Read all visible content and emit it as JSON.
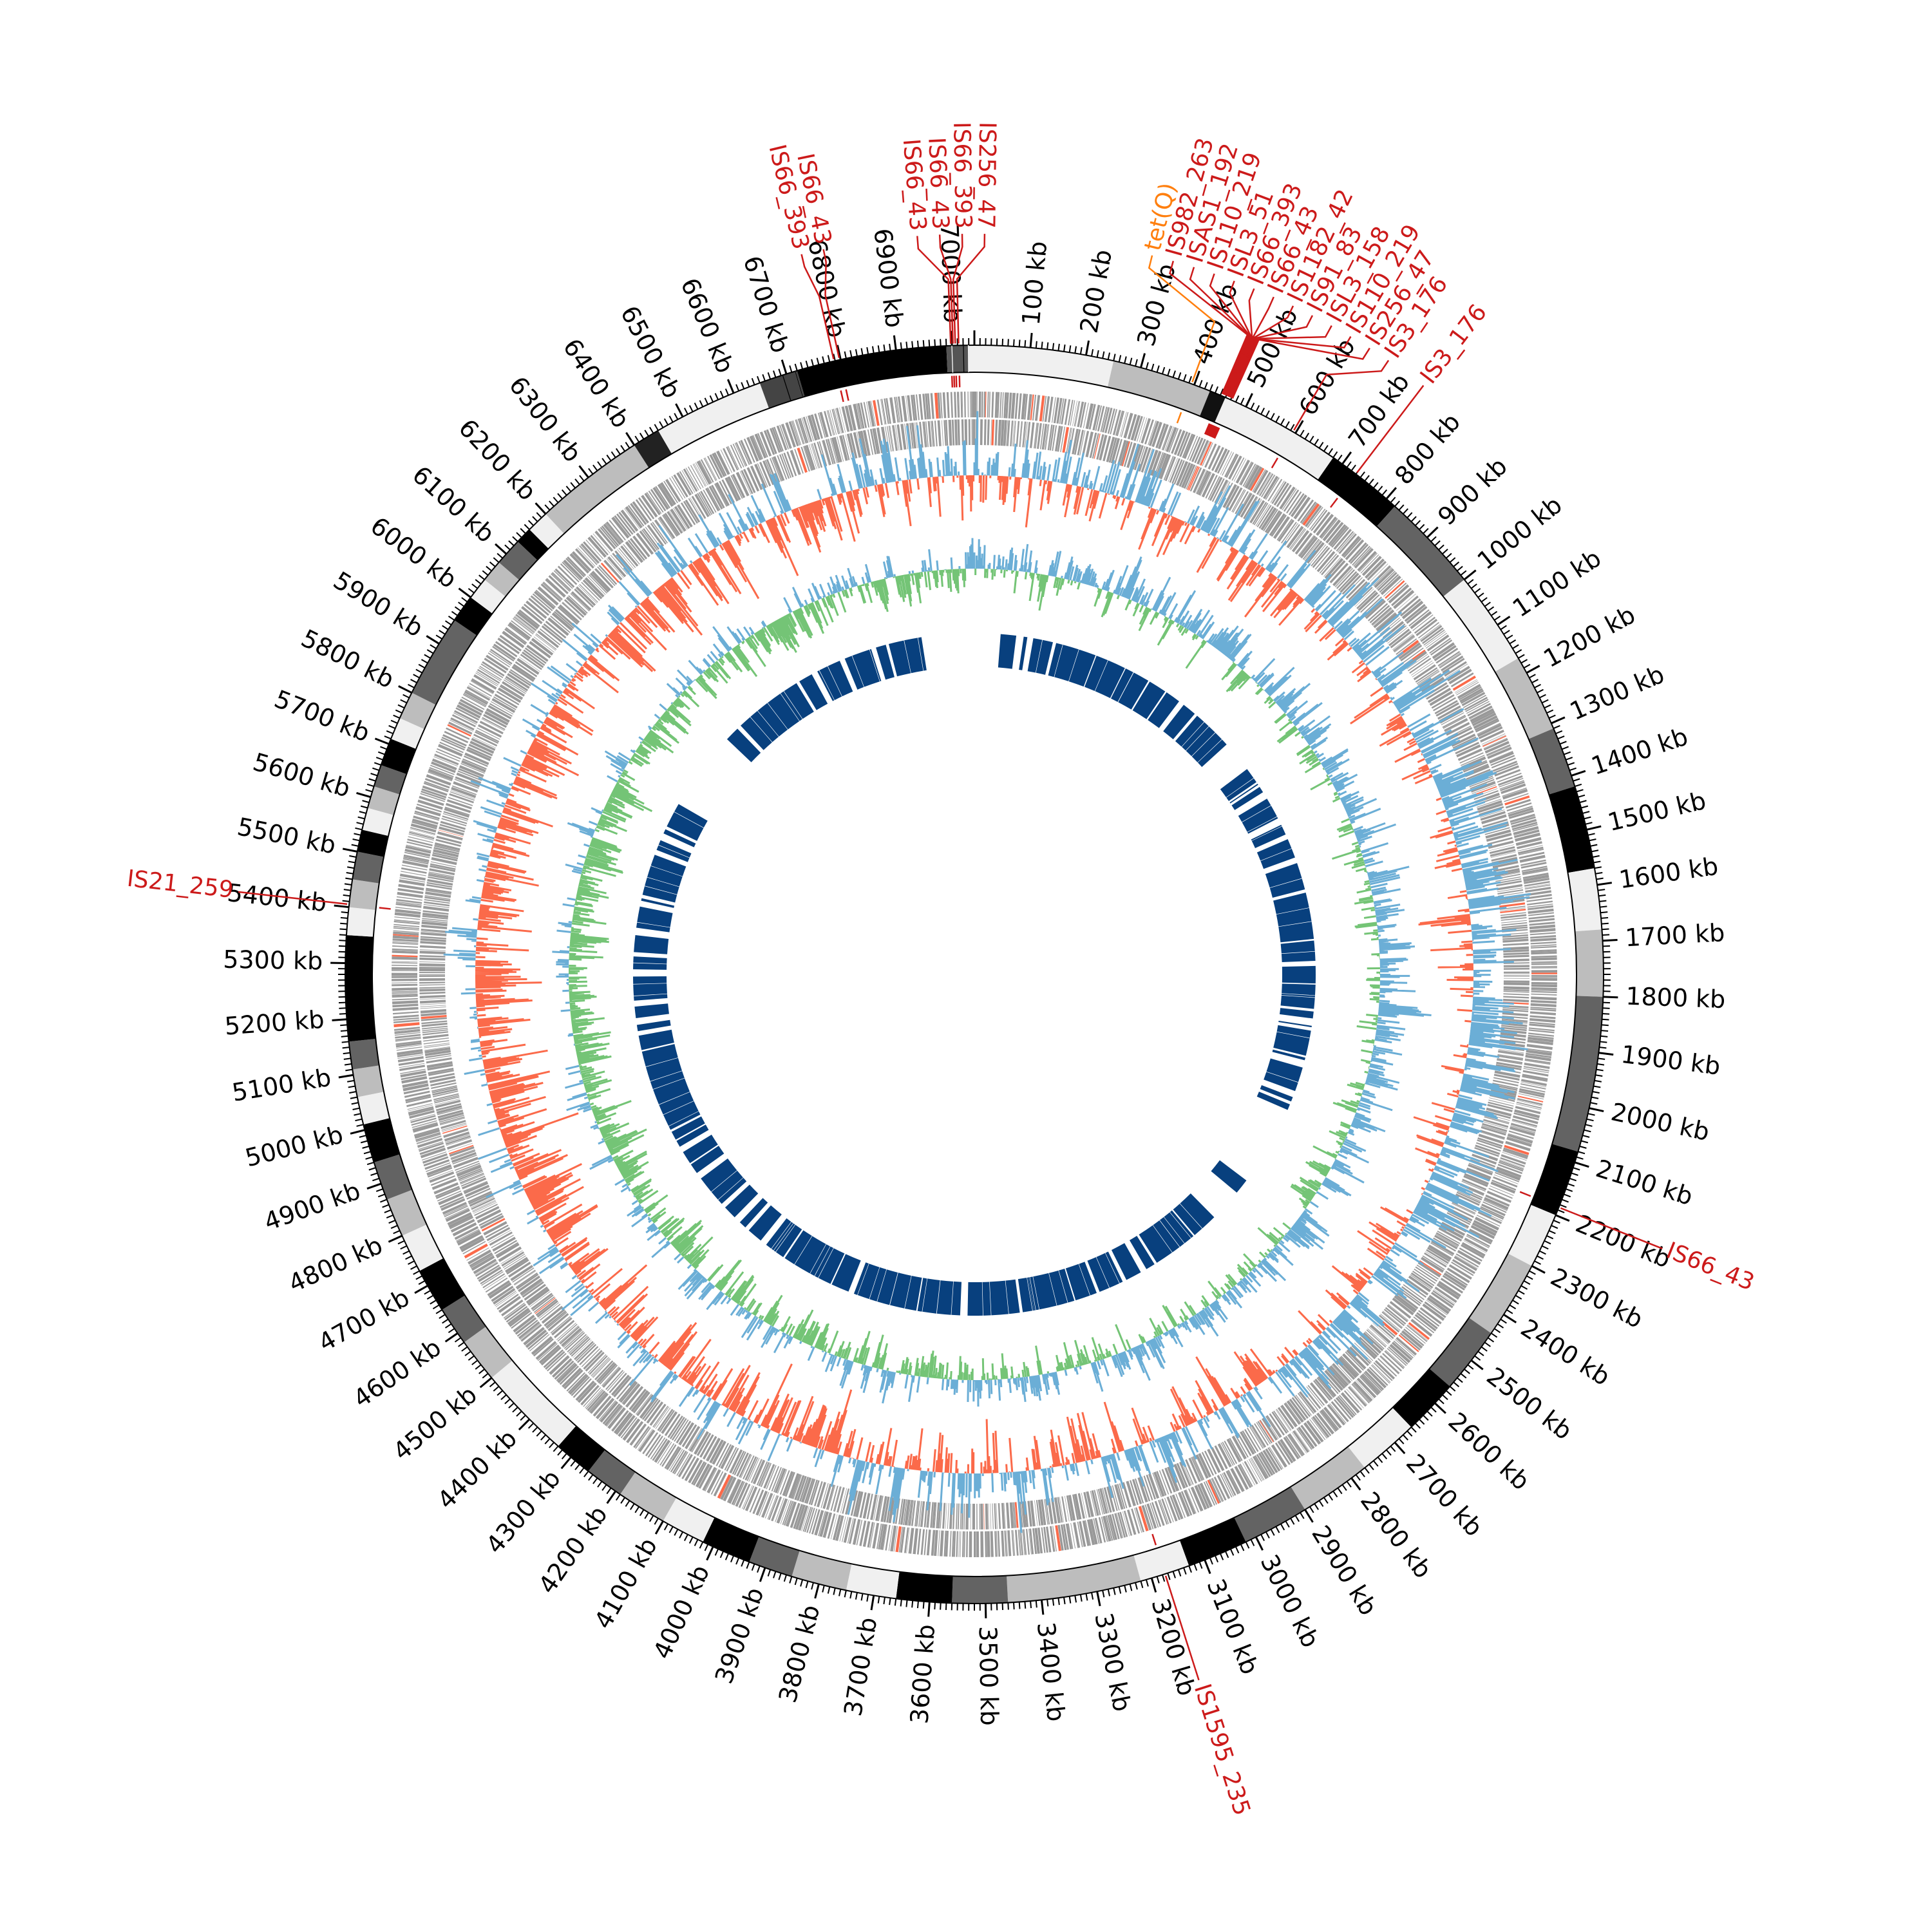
{
  "chart_data": {
    "type": "circular-genome",
    "genome_length_kb": 7040,
    "tick_unit": "kb",
    "major_tick_step_kb": 100,
    "minor_tick_step_kb": 10,
    "tick_labels_kb": [
      100,
      200,
      300,
      400,
      500,
      600,
      700,
      800,
      900,
      1000,
      1100,
      1200,
      1300,
      1400,
      1500,
      1600,
      1700,
      1800,
      1900,
      2000,
      2100,
      2200,
      2300,
      2400,
      2500,
      2600,
      2700,
      2800,
      2900,
      3000,
      3100,
      3200,
      3300,
      3400,
      3500,
      3600,
      3700,
      3800,
      3900,
      4000,
      4100,
      4200,
      4300,
      4400,
      4500,
      4600,
      4700,
      4800,
      4900,
      5000,
      5100,
      5200,
      5300,
      5400,
      5500,
      5600,
      5700,
      5800,
      5900,
      6000,
      6100,
      6200,
      6300,
      6400,
      6500,
      6600,
      6700,
      6800,
      6900,
      7000
    ],
    "ideogram_bands": [
      [
        0,
        250,
        "#f0f0f0"
      ],
      [
        250,
        430,
        "#bdbdbd"
      ],
      [
        430,
        460,
        "#111111"
      ],
      [
        460,
        680,
        "#f0f0f0"
      ],
      [
        680,
        820,
        "#000000"
      ],
      [
        820,
        1000,
        "#636363"
      ],
      [
        1000,
        1170,
        "#f0f0f0"
      ],
      [
        1170,
        1310,
        "#bdbdbd"
      ],
      [
        1310,
        1420,
        "#636363"
      ],
      [
        1420,
        1570,
        "#000000"
      ],
      [
        1570,
        1680,
        "#f0f0f0"
      ],
      [
        1680,
        1800,
        "#bdbdbd"
      ],
      [
        1800,
        2080,
        "#636363"
      ],
      [
        2080,
        2200,
        "#000000"
      ],
      [
        2200,
        2300,
        "#f0f0f0"
      ],
      [
        2300,
        2440,
        "#bdbdbd"
      ],
      [
        2440,
        2560,
        "#636363"
      ],
      [
        2560,
        2660,
        "#000000"
      ],
      [
        2660,
        2770,
        "#f0f0f0"
      ],
      [
        2770,
        2900,
        "#bdbdbd"
      ],
      [
        2900,
        3020,
        "#636363"
      ],
      [
        3020,
        3130,
        "#000000"
      ],
      [
        3130,
        3220,
        "#f0f0f0"
      ],
      [
        3220,
        3460,
        "#bdbdbd"
      ],
      [
        3460,
        3560,
        "#636363"
      ],
      [
        3560,
        3660,
        "#000000"
      ],
      [
        3660,
        3750,
        "#f0f0f0"
      ],
      [
        3750,
        3850,
        "#bdbdbd"
      ],
      [
        3850,
        3930,
        "#636363"
      ],
      [
        3930,
        4020,
        "#000000"
      ],
      [
        4020,
        4100,
        "#f0f0f0"
      ],
      [
        4100,
        4190,
        "#bdbdbd"
      ],
      [
        4190,
        4260,
        "#636363"
      ],
      [
        4260,
        4330,
        "#000000"
      ],
      [
        4330,
        4500,
        "#f0f0f0"
      ],
      [
        4500,
        4580,
        "#bdbdbd"
      ],
      [
        4580,
        4650,
        "#636363"
      ],
      [
        4650,
        4730,
        "#000000"
      ],
      [
        4730,
        4800,
        "#f0f0f0"
      ],
      [
        4800,
        4870,
        "#bdbdbd"
      ],
      [
        4870,
        4940,
        "#636363"
      ],
      [
        4940,
        5010,
        "#000000"
      ],
      [
        5010,
        5060,
        "#f0f0f0"
      ],
      [
        5060,
        5110,
        "#bdbdbd"
      ],
      [
        5110,
        5160,
        "#636363"
      ],
      [
        5160,
        5350,
        "#000000"
      ],
      [
        5350,
        5400,
        "#f0f0f0"
      ],
      [
        5400,
        5450,
        "#bdbdbd"
      ],
      [
        5450,
        5500,
        "#636363"
      ],
      [
        5500,
        5540,
        "#000000"
      ],
      [
        5540,
        5580,
        "#f0f0f0"
      ],
      [
        5580,
        5620,
        "#bdbdbd"
      ],
      [
        5620,
        5660,
        "#636363"
      ],
      [
        5660,
        5710,
        "#000000"
      ],
      [
        5710,
        5750,
        "#f0f0f0"
      ],
      [
        5750,
        5800,
        "#bdbdbd"
      ],
      [
        5800,
        5950,
        "#636363"
      ],
      [
        5950,
        6000,
        "#000000"
      ],
      [
        6000,
        6040,
        "#f0f0f0"
      ],
      [
        6040,
        6080,
        "#bdbdbd"
      ],
      [
        6080,
        6130,
        "#636363"
      ],
      [
        6130,
        6160,
        "#000000"
      ],
      [
        6160,
        6200,
        "#f0f0f0"
      ],
      [
        6200,
        6400,
        "#bdbdbd"
      ],
      [
        6400,
        6450,
        "#222222"
      ],
      [
        6450,
        6650,
        "#f0f0f0"
      ],
      [
        6650,
        6720,
        "#444444"
      ],
      [
        6720,
        6990,
        "#000000"
      ],
      [
        6990,
        7030,
        "#555555"
      ],
      [
        7030,
        7040,
        "#f0f0f0"
      ]
    ],
    "features": [
      {
        "label": "IS66_393",
        "kb": 6788,
        "color": "#cc1a1a"
      },
      {
        "label": "IS66_43",
        "kb": 6798,
        "color": "#cc1a1a"
      },
      {
        "label": "IS66_43",
        "kb": 6998,
        "color": "#cc1a1a"
      },
      {
        "label": "IS66_43",
        "kb": 7002,
        "color": "#cc1a1a"
      },
      {
        "label": "IS66_393",
        "kb": 7006,
        "color": "#cc1a1a"
      },
      {
        "label": "IS256_47",
        "kb": 7012,
        "color": "#cc1a1a"
      },
      {
        "label": "IS982_263",
        "kb": 452,
        "color": "#cc1a1a"
      },
      {
        "label": "ISAS1_192",
        "kb": 454,
        "color": "#cc1a1a"
      },
      {
        "label": "IS110_219",
        "kb": 456,
        "color": "#cc1a1a"
      },
      {
        "label": "ISL3_51",
        "kb": 458,
        "color": "#cc1a1a"
      },
      {
        "label": "tet(Q)",
        "kb": 395,
        "color": "#ff7f0e"
      },
      {
        "label": "IS66_393",
        "kb": 460,
        "color": "#cc1a1a"
      },
      {
        "label": "IS66_43",
        "kb": 462,
        "color": "#cc1a1a"
      },
      {
        "label": "IS1182_42",
        "kb": 464,
        "color": "#cc1a1a"
      },
      {
        "label": "IS91_83",
        "kb": 466,
        "color": "#cc1a1a"
      },
      {
        "label": "ISL3_158",
        "kb": 468,
        "color": "#cc1a1a"
      },
      {
        "label": "IS110_219",
        "kb": 470,
        "color": "#cc1a1a"
      },
      {
        "label": "IS256_47",
        "kb": 472,
        "color": "#cc1a1a"
      },
      {
        "label": "IS3_176",
        "kb": 595,
        "color": "#cc1a1a"
      },
      {
        "label": "IS3_176",
        "kb": 730,
        "color": "#cc1a1a"
      },
      {
        "label": "IS66_43",
        "kb": 2185,
        "color": "#cc1a1a"
      },
      {
        "label": "IS1595_235",
        "kb": 3175,
        "color": "#cc1a1a"
      },
      {
        "label": "IS21_259",
        "kb": 5405,
        "color": "#cc1a1a"
      }
    ],
    "tracks": [
      {
        "name": "genes",
        "colors": [
          "#999999",
          "#fb6a4a"
        ]
      },
      {
        "name": "gc-content",
        "positive_color": "#6baed6",
        "negative_color": "#fb6a4a"
      },
      {
        "name": "gc-skew",
        "positive_color": "#6baed6",
        "negative_color": "#74c476"
      },
      {
        "name": "inner-blocks",
        "color": "#08407e",
        "gaps_kb": [
          [
            2280,
            2480
          ],
          [
            5880,
            6120
          ],
          [
            6920,
            7000
          ],
          [
            30,
            80
          ],
          [
            950,
            990
          ],
          [
            2560,
            2620
          ]
        ]
      }
    ]
  }
}
